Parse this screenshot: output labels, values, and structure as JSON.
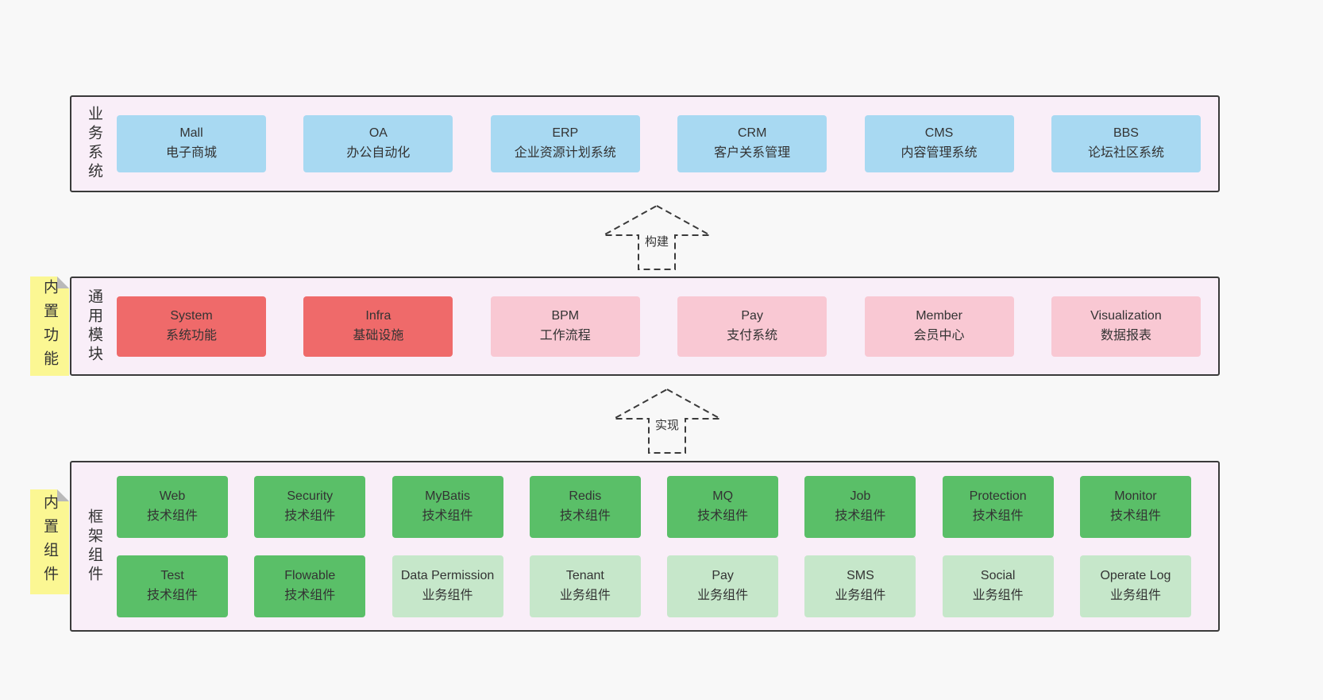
{
  "business": {
    "label": "业务系统",
    "boxes": [
      {
        "name": "Mall",
        "desc": "电子商城"
      },
      {
        "name": "OA",
        "desc": "办公自动化"
      },
      {
        "name": "ERP",
        "desc": "企业资源计划系统"
      },
      {
        "name": "CRM",
        "desc": "客户关系管理"
      },
      {
        "name": "CMS",
        "desc": "内容管理系统"
      },
      {
        "name": "BBS",
        "desc": "论坛社区系统"
      }
    ]
  },
  "modules": {
    "label": "通用模块",
    "sticky": "内置功能",
    "boxes": [
      {
        "name": "System",
        "desc": "系统功能",
        "variant": "red"
      },
      {
        "name": "Infra",
        "desc": "基础设施",
        "variant": "red"
      },
      {
        "name": "BPM",
        "desc": "工作流程",
        "variant": "pink"
      },
      {
        "name": "Pay",
        "desc": "支付系统",
        "variant": "pink"
      },
      {
        "name": "Member",
        "desc": "会员中心",
        "variant": "pink"
      },
      {
        "name": "Visualization",
        "desc": "数据报表",
        "variant": "pink"
      }
    ]
  },
  "framework": {
    "label": "框架组件",
    "sticky": "内置组件",
    "rows": [
      [
        {
          "name": "Web",
          "desc": "技术组件",
          "variant": "green"
        },
        {
          "name": "Security",
          "desc": "技术组件",
          "variant": "green"
        },
        {
          "name": "MyBatis",
          "desc": "技术组件",
          "variant": "green"
        },
        {
          "name": "Redis",
          "desc": "技术组件",
          "variant": "green"
        },
        {
          "name": "MQ",
          "desc": "技术组件",
          "variant": "green"
        },
        {
          "name": "Job",
          "desc": "技术组件",
          "variant": "green"
        },
        {
          "name": "Protection",
          "desc": "技术组件",
          "variant": "green"
        },
        {
          "name": "Monitor",
          "desc": "技术组件",
          "variant": "green"
        }
      ],
      [
        {
          "name": "Test",
          "desc": "技术组件",
          "variant": "green"
        },
        {
          "name": "Flowable",
          "desc": "技术组件",
          "variant": "green"
        },
        {
          "name": "Data Permission",
          "desc": "业务组件",
          "variant": "lgreen"
        },
        {
          "name": "Tenant",
          "desc": "业务组件",
          "variant": "lgreen"
        },
        {
          "name": "Pay",
          "desc": "业务组件",
          "variant": "lgreen"
        },
        {
          "name": "SMS",
          "desc": "业务组件",
          "variant": "lgreen"
        },
        {
          "name": "Social",
          "desc": "业务组件",
          "variant": "lgreen"
        },
        {
          "name": "Operate Log",
          "desc": "业务组件",
          "variant": "lgreen"
        }
      ]
    ]
  },
  "arrows": {
    "build": "构建",
    "implement": "实现"
  },
  "colors": {
    "page_bg": "#f8f8f8",
    "panel_bg": "#f9eef8",
    "panel_border": "#3a3a3a",
    "blue": "#a8d9f2",
    "red": "#ef6a6a",
    "pink": "#f9c8d3",
    "green": "#5abf68",
    "light_green": "#c6e7ca",
    "sticky_yellow": "#fbf793"
  }
}
